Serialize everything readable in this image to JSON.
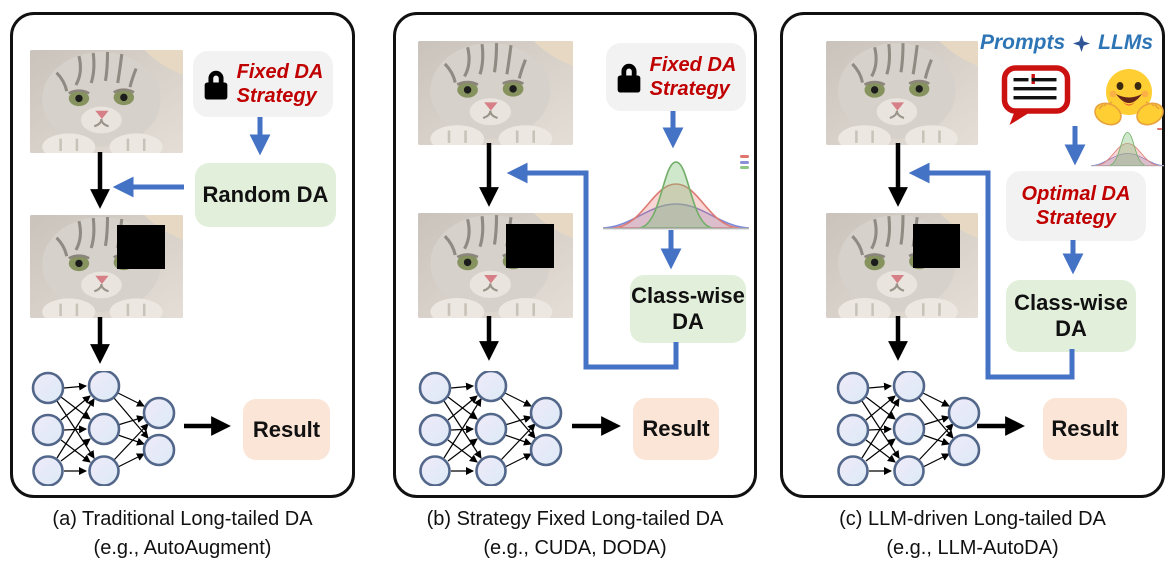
{
  "panels": {
    "a": {
      "strategy_line1": "Fixed DA",
      "strategy_line2": "Strategy",
      "da_label": "Random DA",
      "result_label": "Result",
      "caption_line1": "(a) Traditional Long-tailed DA",
      "caption_line2": "(e.g., AutoAugment)"
    },
    "b": {
      "strategy_line1": "Fixed DA",
      "strategy_line2": "Strategy",
      "da_label_line1": "Class-wise",
      "da_label_line2": "DA",
      "result_label": "Result",
      "caption_line1": "(b) Strategy Fixed Long-tailed DA",
      "caption_line2": "(e.g., CUDA, DODA)"
    },
    "c": {
      "header_left": "Prompts",
      "header_right": "LLMs",
      "strategy_line1": "Optimal DA",
      "strategy_line2": "Strategy",
      "da_label_line1": "Class-wise",
      "da_label_line2": "DA",
      "result_label": "Result",
      "caption_line1": "(c) LLM-driven Long-tailed DA",
      "caption_line2": "(e.g., LLM-AutoDA)"
    }
  },
  "icons": {
    "lock": "lock-icon",
    "chat_prompt": "chat-prompt-icon",
    "hugging_face": "hugging-face-llm-icon",
    "sparkle": "four-pointed-star-icon",
    "distributions": "class-distributions-plot",
    "neural_network": "neural-network-graphic",
    "cat_photo": "cat-photo",
    "cutout_patch": "cutout-occlusion-patch"
  },
  "colors": {
    "strategy_text_red": "#C00000",
    "arrow_blue": "#4472C4",
    "strategy_box_gray": "#F2F2F2",
    "da_box_green": "#E2EFDA",
    "result_box_peach": "#FBE5D6",
    "header_blue": "#2E75B6",
    "panel_border": "#111111"
  }
}
